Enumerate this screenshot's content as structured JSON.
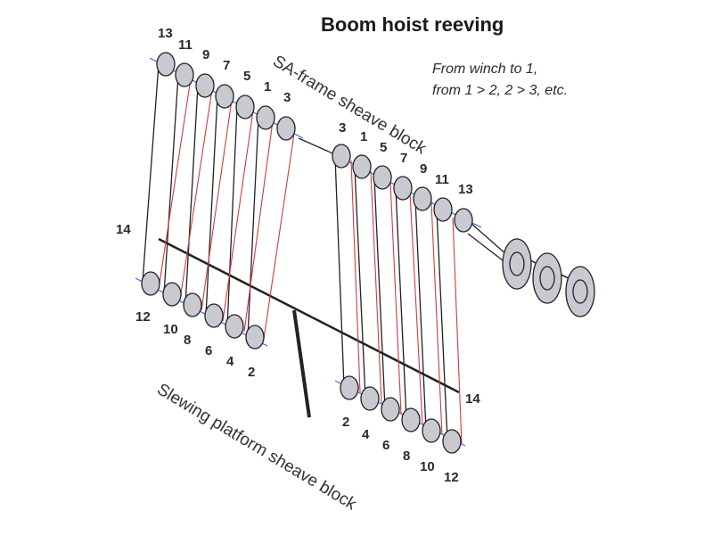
{
  "title": "Boom hoist reeving",
  "note_line1": "From winch to 1,",
  "note_line2": "from 1 > 2, 2 > 3, etc.",
  "sa_frame_label": "SA-frame sheave block",
  "slewing_label": "Slewing platform sheave block",
  "left_top_numbers": [
    "13",
    "11",
    "9",
    "7",
    "5",
    "1",
    "3"
  ],
  "right_top_numbers": [
    "3",
    "1",
    "5",
    "7",
    "9",
    "11",
    "13"
  ],
  "left_bottom_numbers": [
    "12",
    "10",
    "8",
    "6",
    "4",
    "2"
  ],
  "right_bottom_numbers": [
    "2",
    "4",
    "6",
    "8",
    "10",
    "12"
  ],
  "label_14_left": "14",
  "label_14_right": "14",
  "colors": {
    "sheave_fill": "#c9c9d1",
    "rope_black": "#222222",
    "rope_red": "#d23b3b",
    "axle_blue": "#3b6fd1"
  }
}
